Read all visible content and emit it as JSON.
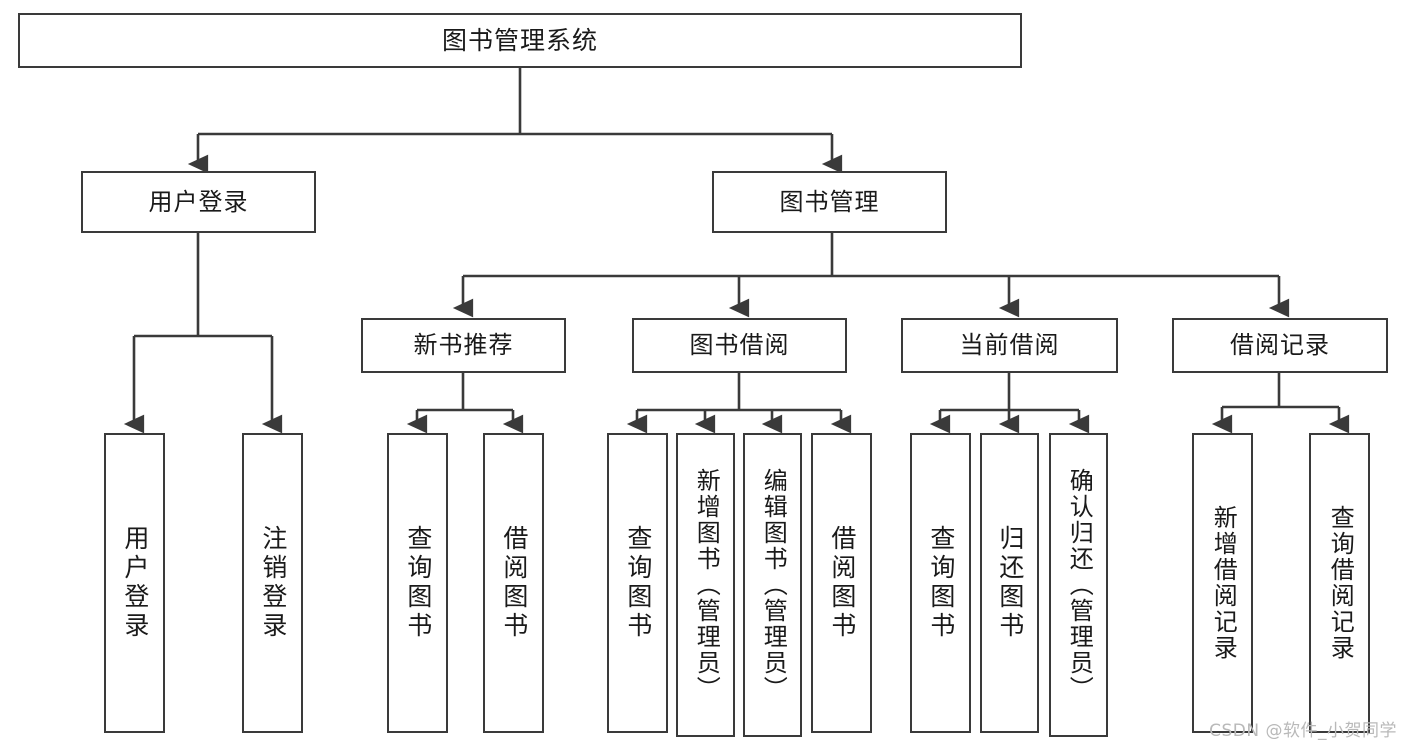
{
  "diagram": {
    "title": "图书管理系统",
    "type": "tree",
    "watermark": "CSDN @软件_小贺同学",
    "colors": {
      "stroke": "#3a3a3a",
      "fill": "#ffffff",
      "text": "#1a1a1a",
      "watermark": "#b9b9b9"
    },
    "levels": {
      "root": {
        "label": "图书管理系统"
      },
      "level2": [
        {
          "label": "用户登录"
        },
        {
          "label": "图书管理"
        }
      ],
      "level3": [
        {
          "label": "新书推荐"
        },
        {
          "label": "图书借阅"
        },
        {
          "label": "当前借阅"
        },
        {
          "label": "借阅记录"
        }
      ],
      "leaves": [
        {
          "label": "用户登录",
          "parent": "用户登录"
        },
        {
          "label": "注销登录",
          "parent": "用户登录"
        },
        {
          "label": "查询图书",
          "parent": "新书推荐"
        },
        {
          "label": "借阅图书",
          "parent": "新书推荐"
        },
        {
          "label": "查询图书",
          "parent": "图书借阅"
        },
        {
          "label": "新增图书（管理员）",
          "parent": "图书借阅"
        },
        {
          "label": "编辑图书（管理员）",
          "parent": "图书借阅"
        },
        {
          "label": "借阅图书",
          "parent": "图书借阅"
        },
        {
          "label": "查询图书",
          "parent": "当前借阅"
        },
        {
          "label": "归还图书",
          "parent": "当前借阅"
        },
        {
          "label": "确认归还（管理员）",
          "parent": "当前借阅"
        },
        {
          "label": "新增借阅记录",
          "parent": "借阅记录"
        },
        {
          "label": "查询借阅记录",
          "parent": "借阅记录"
        }
      ]
    }
  }
}
